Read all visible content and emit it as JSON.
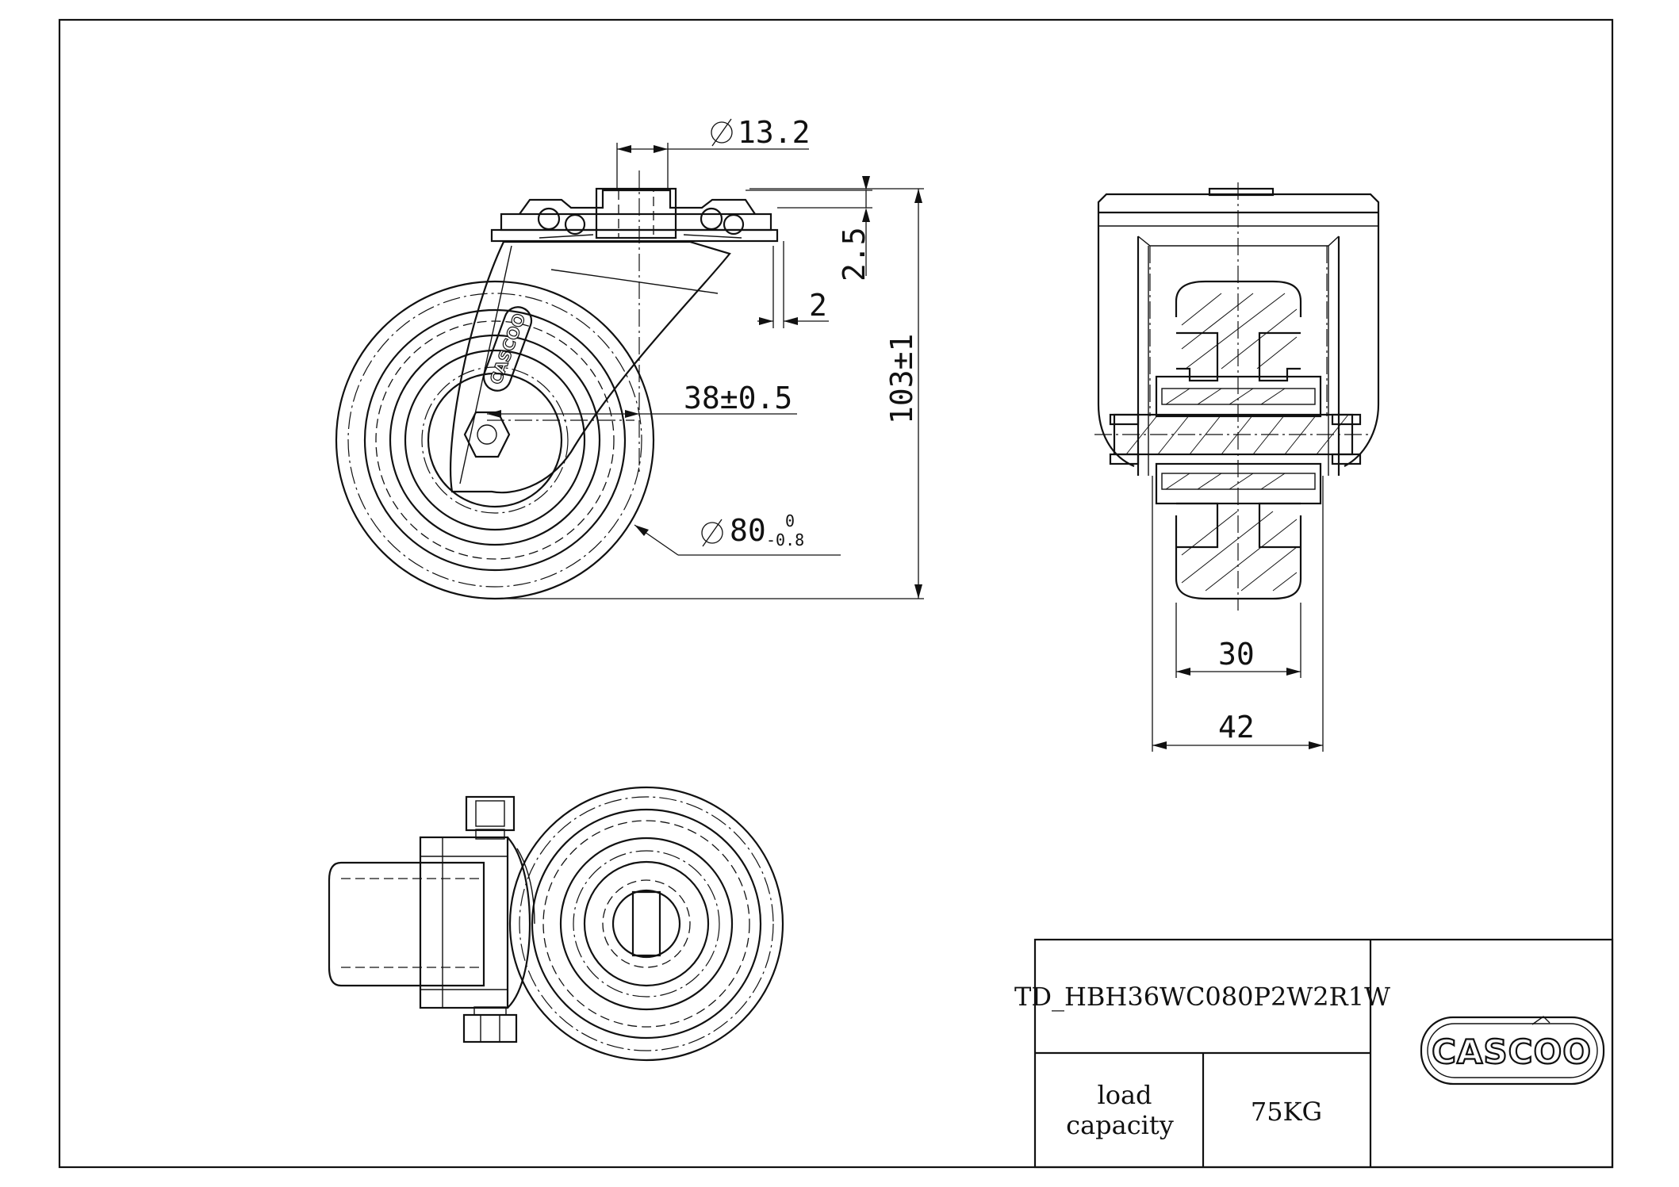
{
  "sheet": {
    "title": "",
    "part_number": "TD_HBH36WC080P2W2R1W",
    "load_label_line1": "load",
    "load_label_line2": "capacity",
    "load_value": "75KG",
    "logo_text": "CASCOO",
    "logo_icon": "casco-logo-icon"
  },
  "views": {
    "side": {
      "dims": {
        "bore_dia": "13.2",
        "plate_thickness": "2.5",
        "offset_small": "2",
        "swivel_offset": "38±0.5",
        "overall_height": "103±1",
        "wheel_dia": "80",
        "wheel_tol_upper": "0",
        "wheel_tol_lower": "-0.8"
      },
      "wheel_mark": "CASCOO"
    },
    "front": {
      "dims": {
        "tread_width": "30",
        "hub_width": "42"
      }
    },
    "top": {}
  },
  "colors": {
    "line": "#111111",
    "background": "#ffffff"
  }
}
